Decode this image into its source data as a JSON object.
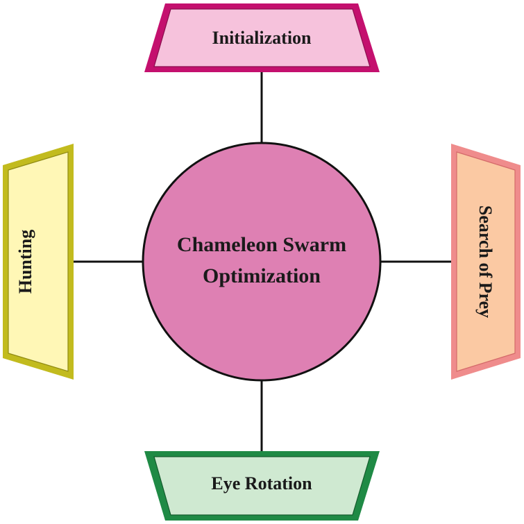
{
  "center": {
    "line1": "Chameleon Swarm",
    "line2": "Optimization",
    "fill": "#de80b3",
    "stroke": "#111111"
  },
  "nodes": {
    "top": {
      "label": "Initialization",
      "fill": "#f6c2dc",
      "stroke": "#c4106e"
    },
    "left": {
      "label": "Hunting",
      "fill": "#fff7b6",
      "stroke": "#c2bb1e"
    },
    "right": {
      "label": "Search of Prey",
      "fill": "#fbc9a3",
      "stroke": "#ef8c8c"
    },
    "bottom": {
      "label": "Eye Rotation",
      "fill": "#cfe9d1",
      "stroke": "#1f8a45"
    }
  },
  "connector_color": "#111111"
}
